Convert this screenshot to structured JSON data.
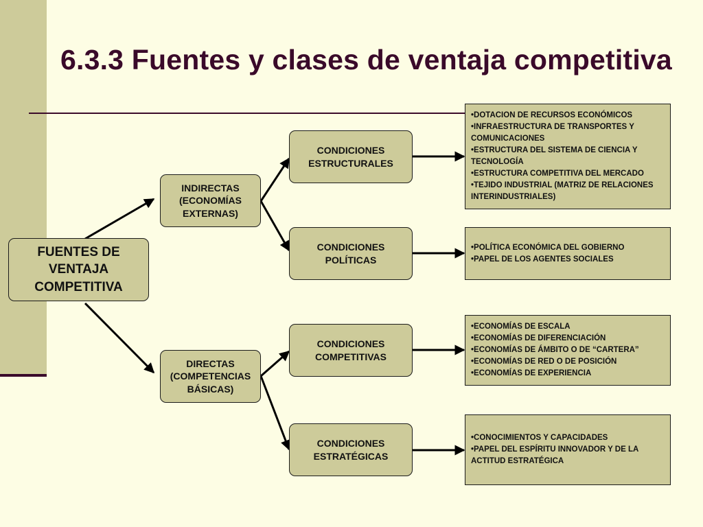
{
  "slide": {
    "title": "6.3.3 Fuentes y clases de ventaja competitiva"
  },
  "diagram": {
    "root": "FUENTES DE\nVENTAJA\nCOMPETITIVA",
    "indirectas": "INDIRECTAS\n(ECONOMÍAS\nEXTERNAS)",
    "directas": "DIRECTAS\n(COMPETENCIAS\nBÁSICAS)",
    "estructurales": "CONDICIONES\nESTRUCTURALES",
    "politicas": "CONDICIONES\nPOLÍTICAS",
    "competitivas": "CONDICIONES\nCOMPETITIVAS",
    "estrategicas": "CONDICIONES\nESTRATÉGICAS",
    "estructurales_items": [
      "•DOTACION DE RECURSOS ECONÓMICOS",
      "•INFRAESTRUCTURA DE TRANSPORTES Y COMUNICACIONES",
      "•ESTRUCTURA DEL SISTEMA DE CIENCIA Y TECNOLOGÍA",
      "•ESTRUCTURA COMPETITIVA DEL MERCADO",
      "•TEJIDO INDUSTRIAL  (MATRIZ DE RELACIONES INTERINDUSTRIALES)"
    ],
    "politicas_items": [
      "•POLÍTICA ECONÓMICA DEL GOBIERNO",
      "•PAPEL DE LOS AGENTES SOCIALES"
    ],
    "competitivas_items": [
      "•ECONOMÍAS  DE  ESCALA",
      "•ECONOMÍAS  DE  DIFERENCIACIÓN",
      "•ECONOMÍAS  DE  ÁMBITO O DE “CARTERA”",
      "•ECONOMÍAS  DE  RED O DE POSICIÓN",
      "•ECONOMÍAS  DE  EXPERIENCIA"
    ],
    "estrategicas_items": [
      "•CONOCIMIENTOS Y CAPACIDADES",
      "•PAPEL DEL ESPÍRITU INNOVADOR Y DE LA ACTITUD ESTRATÉGICA"
    ]
  },
  "colors": {
    "background": "#fdfde4",
    "box_fill": "#cdcb9a",
    "title": "#3a0a2a",
    "line": "#000000"
  }
}
